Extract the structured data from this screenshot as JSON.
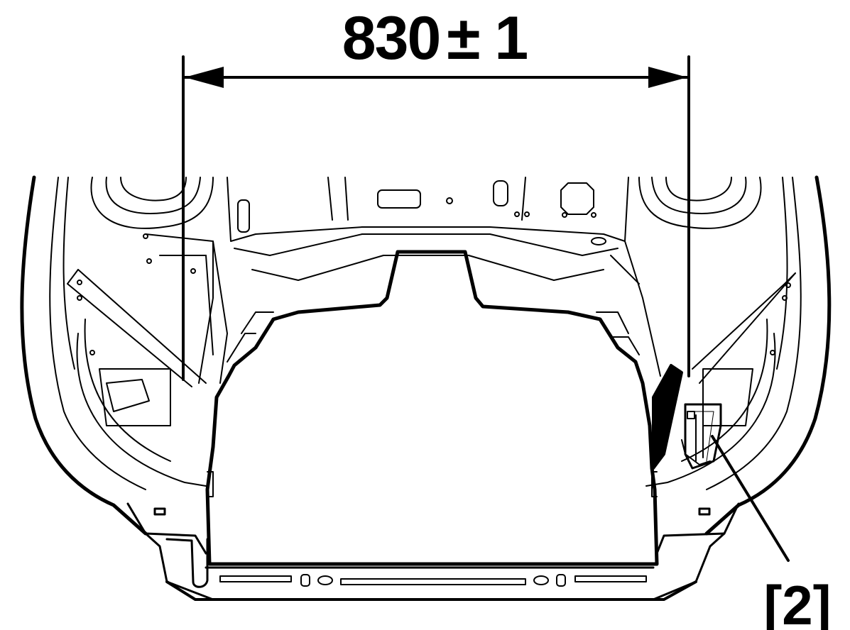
{
  "diagram": {
    "dimension_value": "830",
    "dimension_tolerance": "± 1",
    "callout_label": "[2]",
    "colors": {
      "line": "#000000",
      "background": "#ffffff"
    }
  }
}
